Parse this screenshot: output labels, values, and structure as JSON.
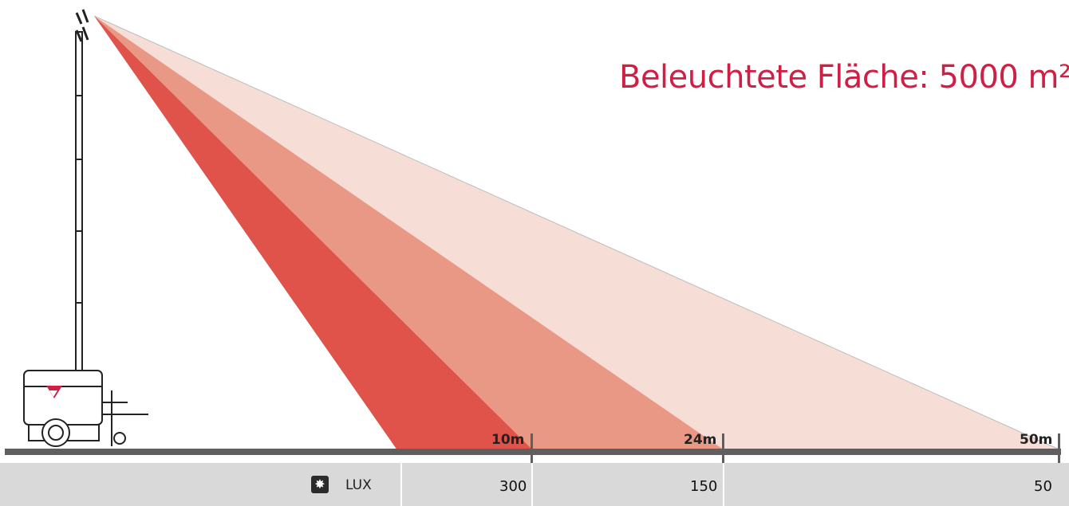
{
  "title": "Beleuchtete Fläche: 5000 m²",
  "distances": [
    "10m",
    "24m",
    "50m"
  ],
  "lux_label": "LUX",
  "lux_icon": "light-burst-icon",
  "lux_values": [
    "300",
    "150",
    "50"
  ],
  "colors": {
    "title": "#d01f45",
    "zone_300": "#df534a",
    "zone_150": "#e99886",
    "zone_50": "#f6ddd5",
    "ground": "#5f5f5f",
    "table": "#d9d9d9"
  }
}
